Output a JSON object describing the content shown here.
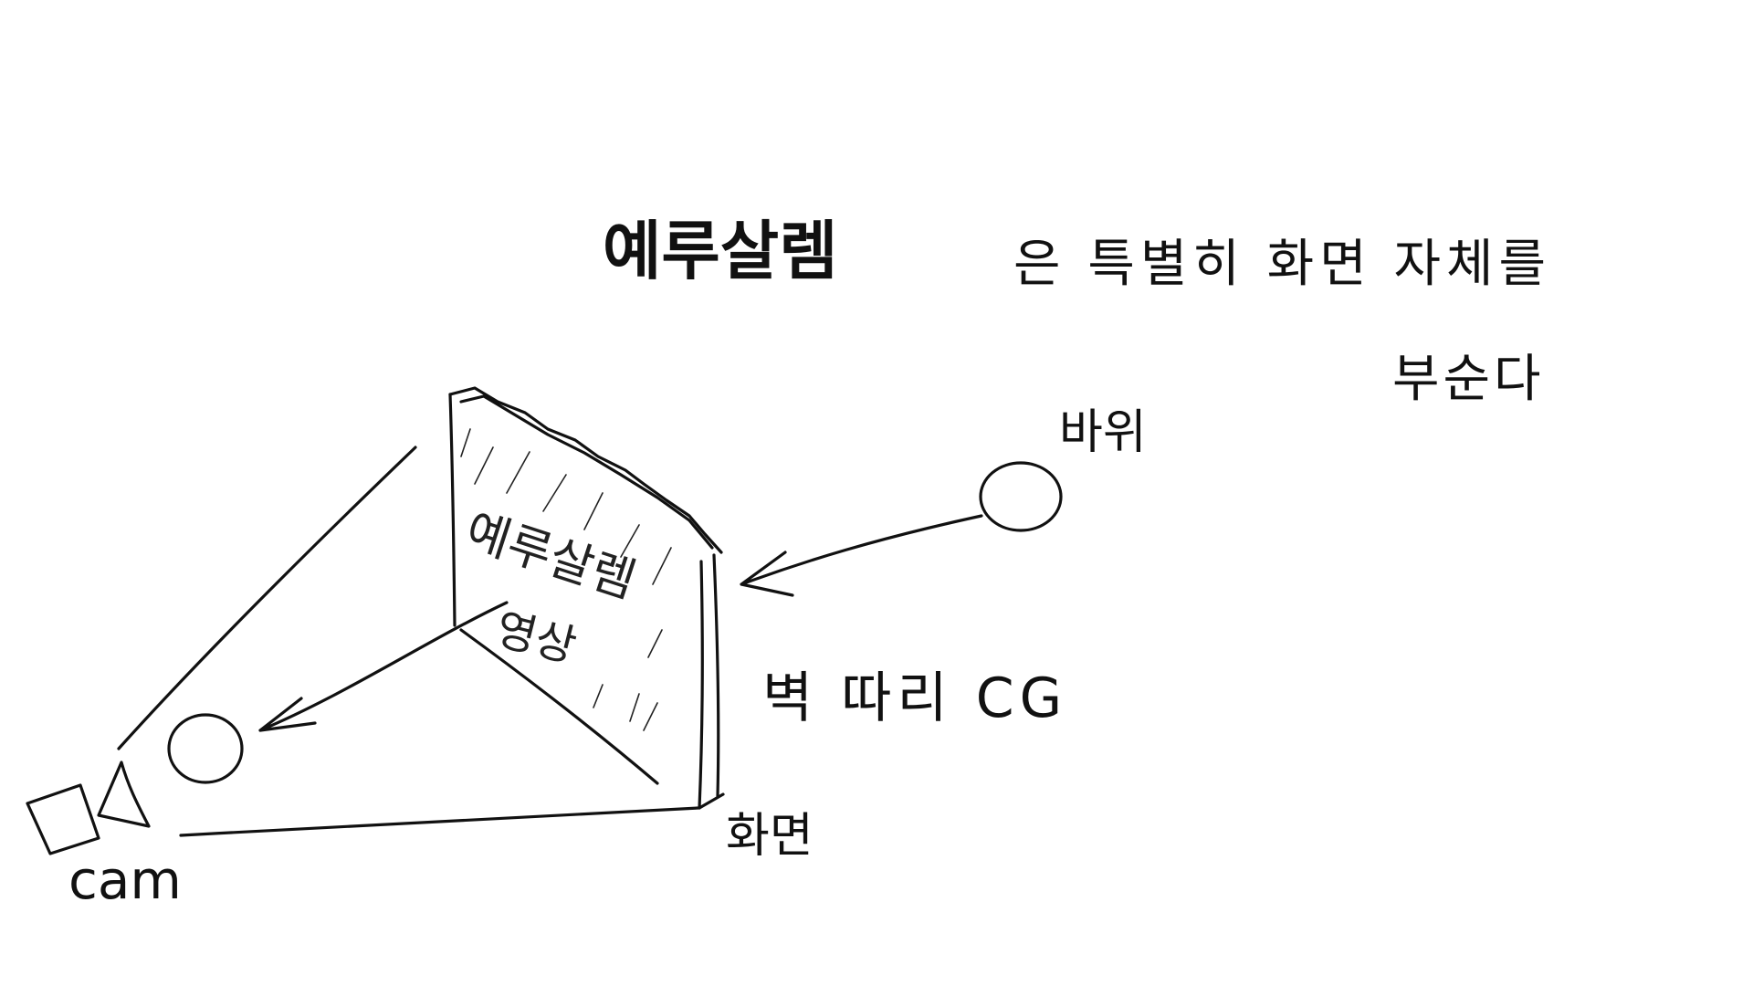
{
  "title_word": "예루살렘",
  "caption_line1": "은 특별히 화면 자체를",
  "caption_line2": "부순다",
  "label_rock": "바위",
  "label_bridge": "벽 따리 CG",
  "label_screen": "화면",
  "label_cam": "cam",
  "screen_text_line1": "예루살렘",
  "screen_text_line2": "영상",
  "ink_color": "#111111",
  "background_color": "#ffffff"
}
